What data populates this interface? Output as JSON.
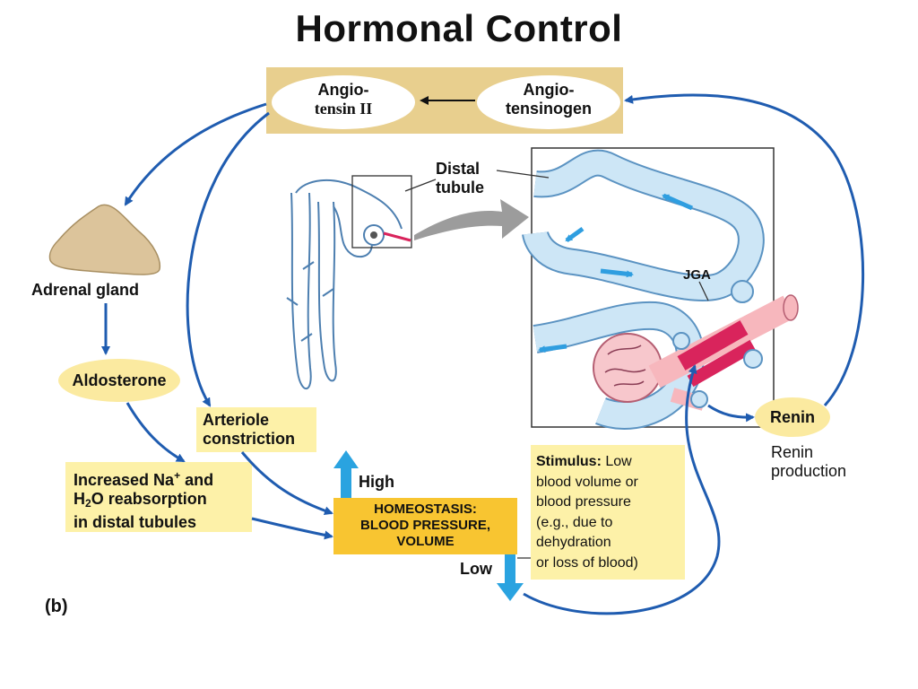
{
  "title": "Hormonal Control",
  "angiotensin_ii": {
    "line1": "Angio-",
    "line2": "tensin II"
  },
  "angiotensinogen": {
    "line1": "Angio-",
    "line2": "tensinogen"
  },
  "distal_tubule": {
    "line1": "Distal",
    "line2": "tubule"
  },
  "jga": "JGA",
  "adrenal_gland": "Adrenal gland",
  "aldosterone": "Aldosterone",
  "arteriole": {
    "line1": "Arteriole",
    "line2": "constriction"
  },
  "reabsorption": {
    "l1_pre": "Increased Na",
    "l1_sup": "+",
    "l1_post": " and",
    "l2_pre": "H",
    "l2_sub": "2",
    "l2_post": "O reabsorption",
    "l3": "in distal tubules"
  },
  "high": "High",
  "low": "Low",
  "homeostasis": {
    "line1": "HOMEOSTASIS:",
    "line2": "BLOOD PRESSURE,",
    "line3": "VOLUME"
  },
  "stimulus": {
    "head": "Stimulus:",
    "l1": " Low",
    "l2": "blood volume or",
    "l3": "blood pressure",
    "l4": "(e.g., due to",
    "l5": "dehydration",
    "l6": "or loss of blood)"
  },
  "renin": "Renin",
  "renin_production": {
    "line1": "Renin",
    "line2": "production"
  },
  "panel_label": "(b)",
  "colors": {
    "arrow_blue": "#1f5cb0",
    "tan_band": "#e8cf8e",
    "yellow": "#fdf1a8",
    "ellipse": "#fbeaa0",
    "orange": "#f8c531",
    "tubule": "#cde6f6",
    "tubule_edge": "#5b93c2",
    "flow_arrow": "#2f9ee0",
    "vessel_pink": "#f7b7bd",
    "vessel_red": "#d9245c",
    "adrenal": "#dcc49b",
    "up_down_arrow": "#2aa3e0"
  }
}
